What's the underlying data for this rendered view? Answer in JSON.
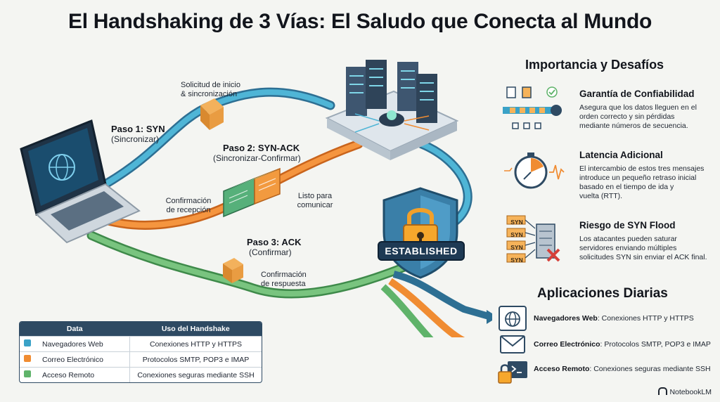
{
  "title": "El Handshaking de 3 Vías: El Saludo que Conecta al Mundo",
  "colors": {
    "syn": "#3aa2c7",
    "synack": "#f08c32",
    "ack": "#5fb36a",
    "navy": "#2e4a63",
    "danger": "#d6403a"
  },
  "diagram": {
    "packet_label_top": "Solicitud de inicio\n& sincronización",
    "step1": {
      "heading": "Paso 1: SYN",
      "sub": "(Sincronizar)"
    },
    "step2": {
      "heading": "Paso 2: SYN-ACK",
      "sub": "(Sincronizar-Confirmar)"
    },
    "step2_left_label": "Confirmación\nde recepción",
    "step2_right_label": "Listo para\ncomunicar",
    "step3": {
      "heading": "Paso 3: ACK",
      "sub": "(Confirmar)"
    },
    "step3_label": "Confirmación\nde respuesta",
    "established": "ESTABLISHED"
  },
  "importance": {
    "title": "Importancia y Desafíos",
    "items": [
      {
        "icon": "document-sequence-icon",
        "heading": "Garantía de Confiabilidad",
        "text": "Asegura que los datos lleguen en el\norden correcto y sin pérdidas\nmediante números de secuencia."
      },
      {
        "icon": "stopwatch-icon",
        "heading": "Latencia Adicional",
        "text": "El intercambio de estos tres mensajes\nintroduce un pequeño retraso inicial\nbasado en el tiempo de ida y\nvuelta (RTT)."
      },
      {
        "icon": "syn-flood-icon",
        "heading": "Riesgo de SYN Flood",
        "text": "Los atacantes pueden saturar\nservidores enviando múltiples\nsolicitudes SYN sin enviar el ACK final."
      }
    ],
    "syn_tags": [
      "SYN",
      "SYN",
      "SYN",
      "SYN"
    ]
  },
  "applications": {
    "title": "Aplicaciones Diarias",
    "items": [
      {
        "icon": "globe-icon",
        "name": "Navegadores Web",
        "desc": ": Conexiones HTTP y HTTPS"
      },
      {
        "icon": "envelope-icon",
        "name": "Correo Electrónico",
        "desc": ": Protocolos SMTP, POP3 e IMAP"
      },
      {
        "icon": "lock-terminal-icon",
        "name": "Acceso Remoto",
        "desc": ": Conexiones seguras mediante SSH"
      }
    ]
  },
  "table": {
    "headers": [
      "Data",
      "Uso del Handshake"
    ],
    "rows": [
      {
        "color": "#3aa2c7",
        "data": "Navegadores Web",
        "uso": "Conexiones HTTP y HTTPS"
      },
      {
        "color": "#f08c32",
        "data": "Correo Electrónico",
        "uso": "Protocolos SMTP, POP3 e IMAP"
      },
      {
        "color": "#5fb36a",
        "data": "Acceso Remoto",
        "uso": "Conexiones seguras mediante SSH"
      }
    ]
  },
  "brand": "NotebookLM"
}
